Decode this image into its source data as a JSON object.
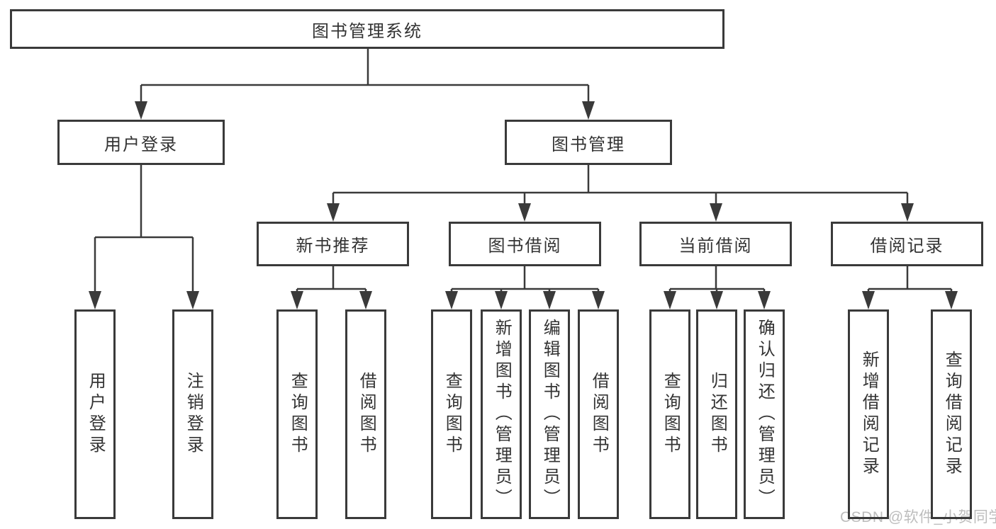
{
  "diagram": {
    "type": "hierarchy-tree",
    "nodes": {
      "root": {
        "label": "图书管理系统"
      },
      "user_login": {
        "label": "用户登录"
      },
      "book_mgmt": {
        "label": "图书管理"
      },
      "new_book_rec": {
        "label": "新书推荐"
      },
      "book_borrow": {
        "label": "图书借阅"
      },
      "current_borrow": {
        "label": "当前借阅"
      },
      "borrow_records": {
        "label": "借阅记录"
      },
      "leaf_user_login": {
        "label": "用户登录"
      },
      "leaf_logout": {
        "label": "注销登录"
      },
      "leaf_query_books_rec": {
        "label": "查询图书"
      },
      "leaf_borrow_books_rec": {
        "label": "借阅图书"
      },
      "leaf_query_books_bor": {
        "label": "查询图书"
      },
      "leaf_add_books": {
        "label": "新增图书（管理员）"
      },
      "leaf_edit_books": {
        "label": "编辑图书（管理员）"
      },
      "leaf_borrow_books_bor": {
        "label": "借阅图书"
      },
      "leaf_query_books_cur": {
        "label": "查询图书"
      },
      "leaf_return_books": {
        "label": "归还图书"
      },
      "leaf_confirm_return": {
        "label": "确认归还（管理员）"
      },
      "leaf_add_borrow_record": {
        "label": "新增借阅记录"
      },
      "leaf_query_borrow_record": {
        "label": "查询借阅记录"
      }
    },
    "edges": [
      [
        "root",
        "user_login"
      ],
      [
        "root",
        "book_mgmt"
      ],
      [
        "user_login",
        "leaf_user_login"
      ],
      [
        "user_login",
        "leaf_logout"
      ],
      [
        "book_mgmt",
        "new_book_rec"
      ],
      [
        "book_mgmt",
        "book_borrow"
      ],
      [
        "book_mgmt",
        "current_borrow"
      ],
      [
        "book_mgmt",
        "borrow_records"
      ],
      [
        "new_book_rec",
        "leaf_query_books_rec"
      ],
      [
        "new_book_rec",
        "leaf_borrow_books_rec"
      ],
      [
        "book_borrow",
        "leaf_query_books_bor"
      ],
      [
        "book_borrow",
        "leaf_add_books"
      ],
      [
        "book_borrow",
        "leaf_edit_books"
      ],
      [
        "book_borrow",
        "leaf_borrow_books_bor"
      ],
      [
        "current_borrow",
        "leaf_query_books_cur"
      ],
      [
        "current_borrow",
        "leaf_return_books"
      ],
      [
        "current_borrow",
        "leaf_confirm_return"
      ],
      [
        "borrow_records",
        "leaf_add_borrow_record"
      ],
      [
        "borrow_records",
        "leaf_query_borrow_record"
      ]
    ]
  },
  "watermark": {
    "text": "CSDN @软件_小贺同学",
    "color": "#bdbdbd"
  },
  "colors": {
    "background": "#ffffff",
    "box_border": "#3a3a3a",
    "line": "#3a3a3a",
    "text": "#333333"
  }
}
